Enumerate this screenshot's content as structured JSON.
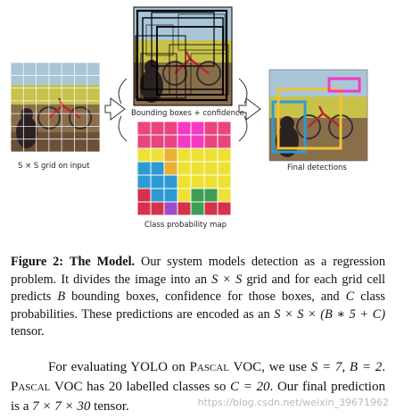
{
  "figure": {
    "labels": {
      "input_grid": "S × S grid on input",
      "bounding_boxes": "Bounding boxes + confidence",
      "class_map": "Class probability map",
      "final": "Final detections"
    },
    "colors": {
      "class_pink": "#e9457f",
      "class_magenta": "#f43ac2",
      "class_yellow": "#efe134",
      "class_orange": "#e9b034",
      "class_blue": "#2e9ad4",
      "class_green": "#3d9e54",
      "class_red": "#d6324b",
      "class_purple": "#9a4ec9"
    }
  },
  "caption": {
    "label": "Figure 2:",
    "title": "The Model.",
    "text_1": "Our system models detection as a regression problem. It divides the image into an ",
    "s_by_s": "S × S",
    "text_2": " grid and for each grid cell predicts ",
    "b": "B",
    "text_3": " bounding boxes, confidence for those boxes, and ",
    "c": "C",
    "text_4": " class probabilities. These predictions are encoded as an ",
    "tensor": "S × S × (B ∗ 5 + C)",
    "text_5": " tensor."
  },
  "body": {
    "p1": "For evaluating YOLO on ",
    "pascal1": "Pascal",
    "p2": " VOC, we use ",
    "s_eq": "S = 7",
    "p3": ", ",
    "b_eq": "B = 2",
    "p4": ". ",
    "pascal2": "Pascal",
    "p5": " VOC has 20 labelled classes so ",
    "c_eq": "C = 20",
    "p6": ". Our final prediction is a ",
    "final_tensor": "7 × 7 × 30",
    "p7": " tensor."
  },
  "watermark": "https://blog.csdn.net/weixin_39671962"
}
